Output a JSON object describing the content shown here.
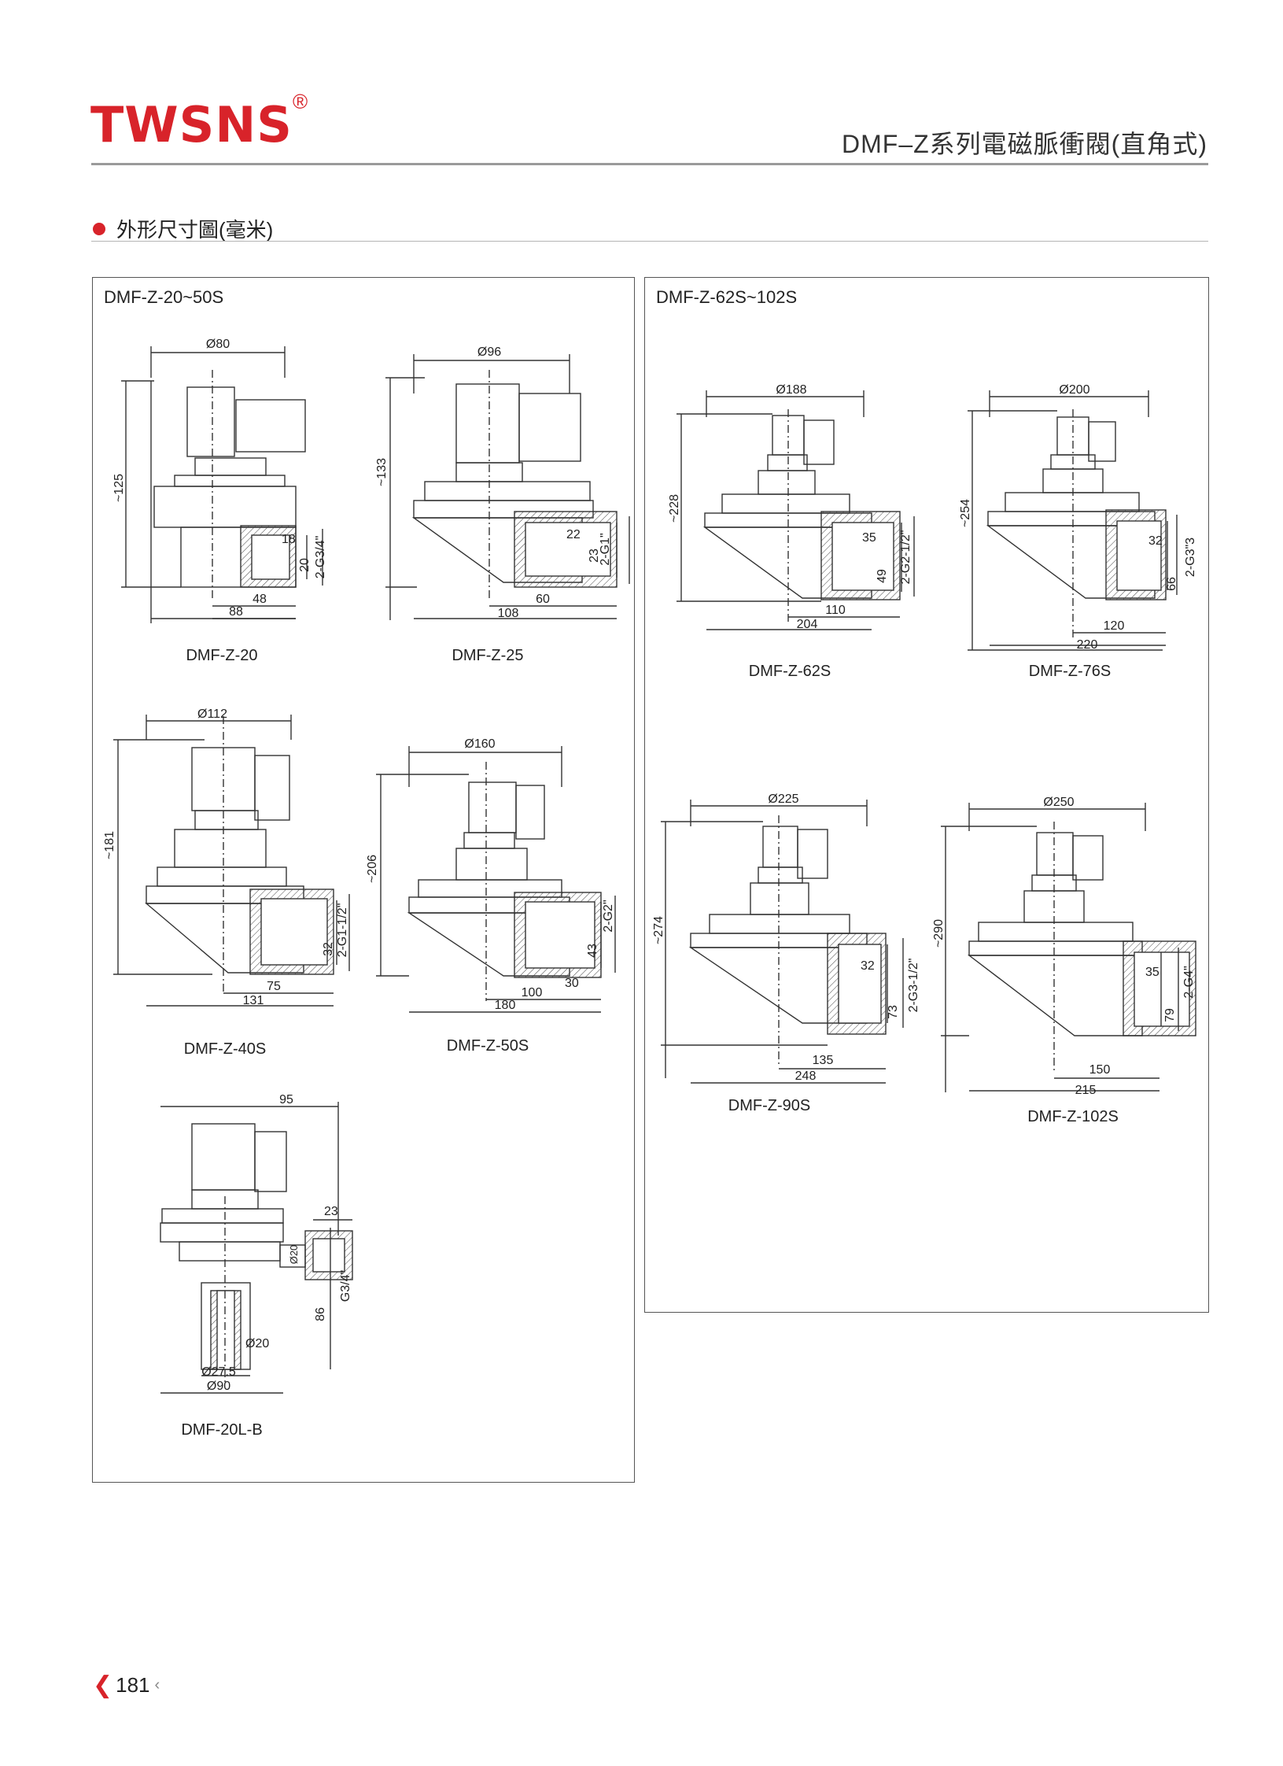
{
  "header": {
    "brand": "TWSNS",
    "registered_mark": "®",
    "series_title": "DMF–Z系列電磁脈衝閥(直角式)"
  },
  "section": {
    "title": "外形尺寸圖(毫米)",
    "accent_color": "#d8232a"
  },
  "panels": {
    "left_title": "DMF-Z-20~50S",
    "right_title": "DMF-Z-62S~102S"
  },
  "models": {
    "m20": {
      "caption": "DMF-Z-20",
      "diameter": "Ø80",
      "height": "~125",
      "port": "2-G3/4\"",
      "d1": "18",
      "d2": "20",
      "d3": "48",
      "d4": "88"
    },
    "m25": {
      "caption": "DMF-Z-25",
      "diameter": "Ø96",
      "height": "~133",
      "port": "2-G1\"",
      "d1": "22",
      "d2": "23",
      "d3": "60",
      "d4": "108"
    },
    "m40": {
      "caption": "DMF-Z-40S",
      "diameter": "Ø112",
      "height": "~181",
      "port": "2-G1-1/2\"",
      "d2": "32",
      "d3": "75",
      "d4": "131"
    },
    "m50": {
      "caption": "DMF-Z-50S",
      "diameter": "Ø160",
      "height": "~206",
      "port": "2-G2\"",
      "d1": "30",
      "d2": "43",
      "d3": "100",
      "d4": "180"
    },
    "m20l": {
      "caption": "DMF-20L-B",
      "width": "95",
      "d1": "23",
      "d2": "Ø20",
      "port": "G3/4\"",
      "height": "86",
      "d3": "Ø20",
      "d4": "Ø27.5",
      "d5": "Ø90"
    },
    "m62": {
      "caption": "DMF-Z-62S",
      "diameter": "Ø188",
      "height": "~228",
      "port": "2-G2-1/2\"",
      "d1": "35",
      "d2": "49",
      "d3": "110",
      "d4": "204"
    },
    "m76": {
      "caption": "DMF-Z-76S",
      "diameter": "Ø200",
      "height": "~254",
      "port": "2-G3\"3",
      "d1": "32",
      "d2": "66",
      "d3": "120",
      "d4": "220"
    },
    "m90": {
      "caption": "DMF-Z-90S",
      "diameter": "Ø225",
      "height": "~274",
      "port": "2-G3-1/2\"",
      "d1": "32",
      "d2": "73",
      "d3": "135",
      "d4": "248"
    },
    "m102": {
      "caption": "DMF-Z-102S",
      "diameter": "Ø250",
      "height": "~290",
      "port": "2-G4\"",
      "d1": "35",
      "d2": "79",
      "d3": "150",
      "d4": "215"
    }
  },
  "footer": {
    "page_number": "181"
  }
}
